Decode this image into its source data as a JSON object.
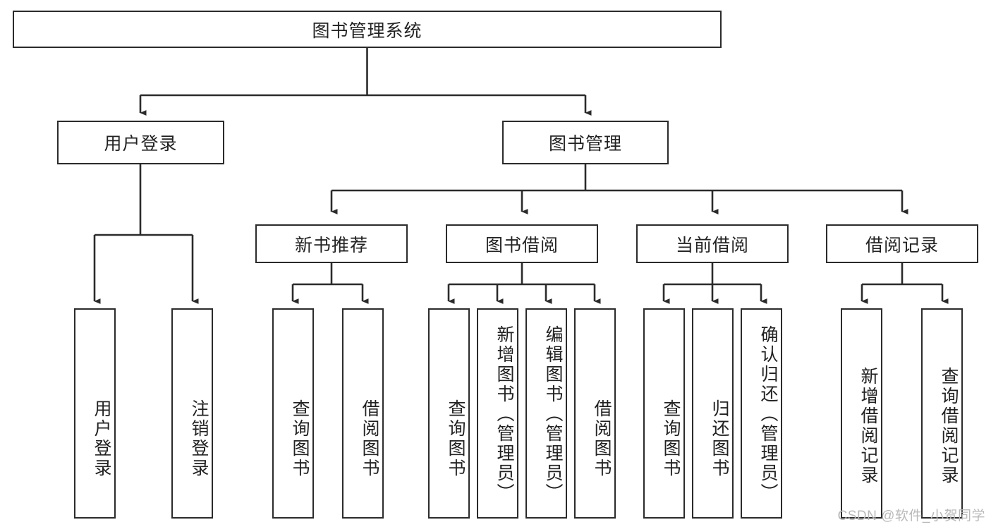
{
  "diagram": {
    "type": "tree",
    "title": "图书管理系统",
    "watermark": "CSDN @软件_小贺同学",
    "colors": {
      "box_border": "#2b2b2b",
      "box_fill": "#ffffff",
      "edge": "#2b2b2b",
      "text": "#222222",
      "watermark": "#b9b9b9"
    },
    "nodes": {
      "root": {
        "label": "图书管理系统"
      },
      "level2": [
        {
          "id": "user-login",
          "label": "用户登录"
        },
        {
          "id": "book-manage",
          "label": "图书管理"
        }
      ],
      "level3": [
        {
          "id": "new-book-recommend",
          "label": "新书推荐"
        },
        {
          "id": "book-borrow",
          "label": "图书借阅"
        },
        {
          "id": "current-borrow",
          "label": "当前借阅"
        },
        {
          "id": "borrow-record",
          "label": "借阅记录"
        }
      ],
      "leaves": {
        "user-login": [
          {
            "id": "leaf-user-login",
            "label": "用户登录"
          },
          {
            "id": "leaf-user-logout",
            "label": "注销登录"
          }
        ],
        "new-book-recommend": [
          {
            "id": "leaf-query-book-1",
            "label": "查询图书"
          },
          {
            "id": "leaf-borrow-book-1",
            "label": "借阅图书"
          }
        ],
        "book-borrow": [
          {
            "id": "leaf-query-book-2",
            "label": "查询图书"
          },
          {
            "id": "leaf-add-book",
            "label": "新增图书（管理员）"
          },
          {
            "id": "leaf-edit-book",
            "label": "编辑图书（管理员）"
          },
          {
            "id": "leaf-borrow-book-2",
            "label": "借阅图书"
          }
        ],
        "current-borrow": [
          {
            "id": "leaf-query-book-3",
            "label": "查询图书"
          },
          {
            "id": "leaf-return-book",
            "label": "归还图书"
          },
          {
            "id": "leaf-confirm-return",
            "label": "确认归还（管理员）"
          }
        ],
        "borrow-record": [
          {
            "id": "leaf-add-record",
            "label": "新增借阅记录"
          },
          {
            "id": "leaf-query-record",
            "label": "查询借阅记录"
          }
        ]
      }
    }
  }
}
